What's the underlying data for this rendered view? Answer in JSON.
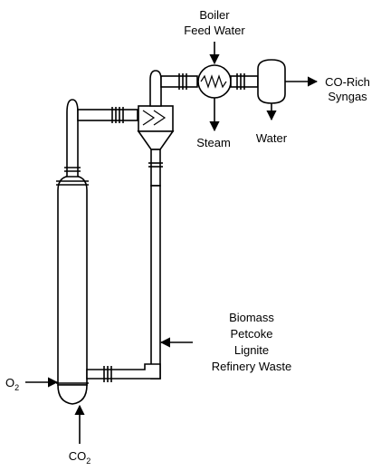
{
  "labels": {
    "boiler_feed_line1": "Boiler",
    "boiler_feed_line2": "Feed Water",
    "steam": "Steam",
    "water": "Water",
    "syngas_line1": "CO-Rich",
    "syngas_line2": "Syngas",
    "feed_line1": "Biomass",
    "feed_line2": "Petcoke",
    "feed_line3": "Lignite",
    "feed_line4": "Refinery Waste",
    "oxygen_main": "O",
    "oxygen_sub": "2",
    "co2_main": "CO",
    "co2_sub": "2"
  },
  "icons": {
    "heat_exchanger": "heat-exchanger-icon",
    "cyclone": "cyclone-icon",
    "separator": "separator-drum-icon",
    "reactor": "gasifier-column-icon"
  },
  "colors": {
    "line": "#000000",
    "background": "#ffffff"
  }
}
